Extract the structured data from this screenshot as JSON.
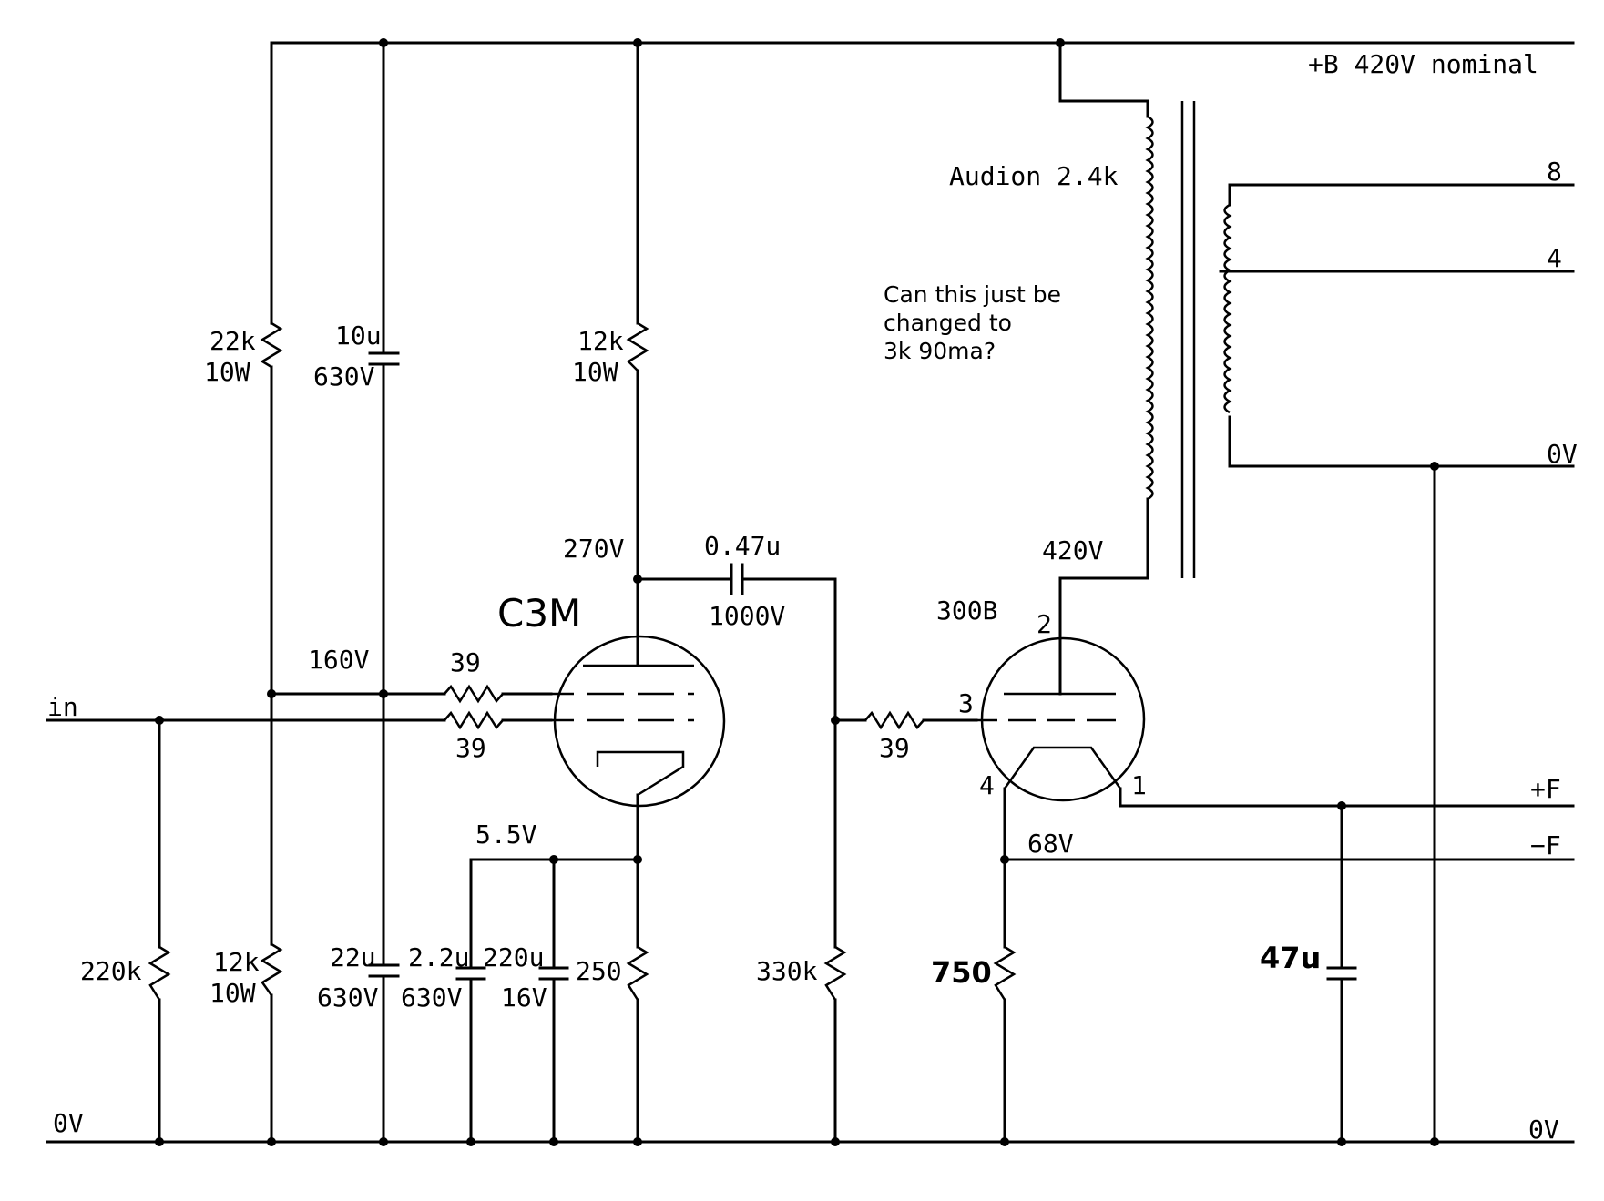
{
  "rails": {
    "bplus": "+B 420V nominal",
    "zero_left": "0V",
    "zero_right": "0V",
    "zero_secondary": "0V",
    "input": "in"
  },
  "transformer": {
    "primary": "Audion 2.4k",
    "tap_8": "8",
    "tap_4": "4"
  },
  "note": {
    "line1": "Can this just be",
    "line2": "changed to",
    "line3": "3k 90ma?"
  },
  "tubes": {
    "driver": "C3M",
    "output": "300B",
    "pin_2": "2",
    "pin_3": "3",
    "pin_4": "4",
    "pin_1": "1"
  },
  "components": {
    "r_22k_val": "22k",
    "r_22k_w": "10W",
    "c_10u_val": "10u",
    "c_10u_v": "630V",
    "r_12k_top_val": "12k",
    "r_12k_top_w": "10W",
    "c_047_val": "0.47u",
    "c_047_v": "1000V",
    "r_39_g2": "39",
    "r_39_g1": "39",
    "r_39_out": "39",
    "r_220k": "220k",
    "r_12k_bot_val": "12k",
    "r_12k_bot_w": "10W",
    "c_22u_val": "22u",
    "c_22u_v": "630V",
    "c_22u2_val": "2.2u",
    "c_22u2_v": "630V",
    "c_220u_val": "220u",
    "c_220u_v": "16V",
    "r_250": "250",
    "r_330k": "330k",
    "r_750": "750",
    "c_47u": "47u"
  },
  "voltages": {
    "v270": "270V",
    "v160": "160V",
    "v420": "420V",
    "v55": "5.5V",
    "v68": "68V",
    "filament_plus": "+F",
    "filament_minus": "−F"
  }
}
